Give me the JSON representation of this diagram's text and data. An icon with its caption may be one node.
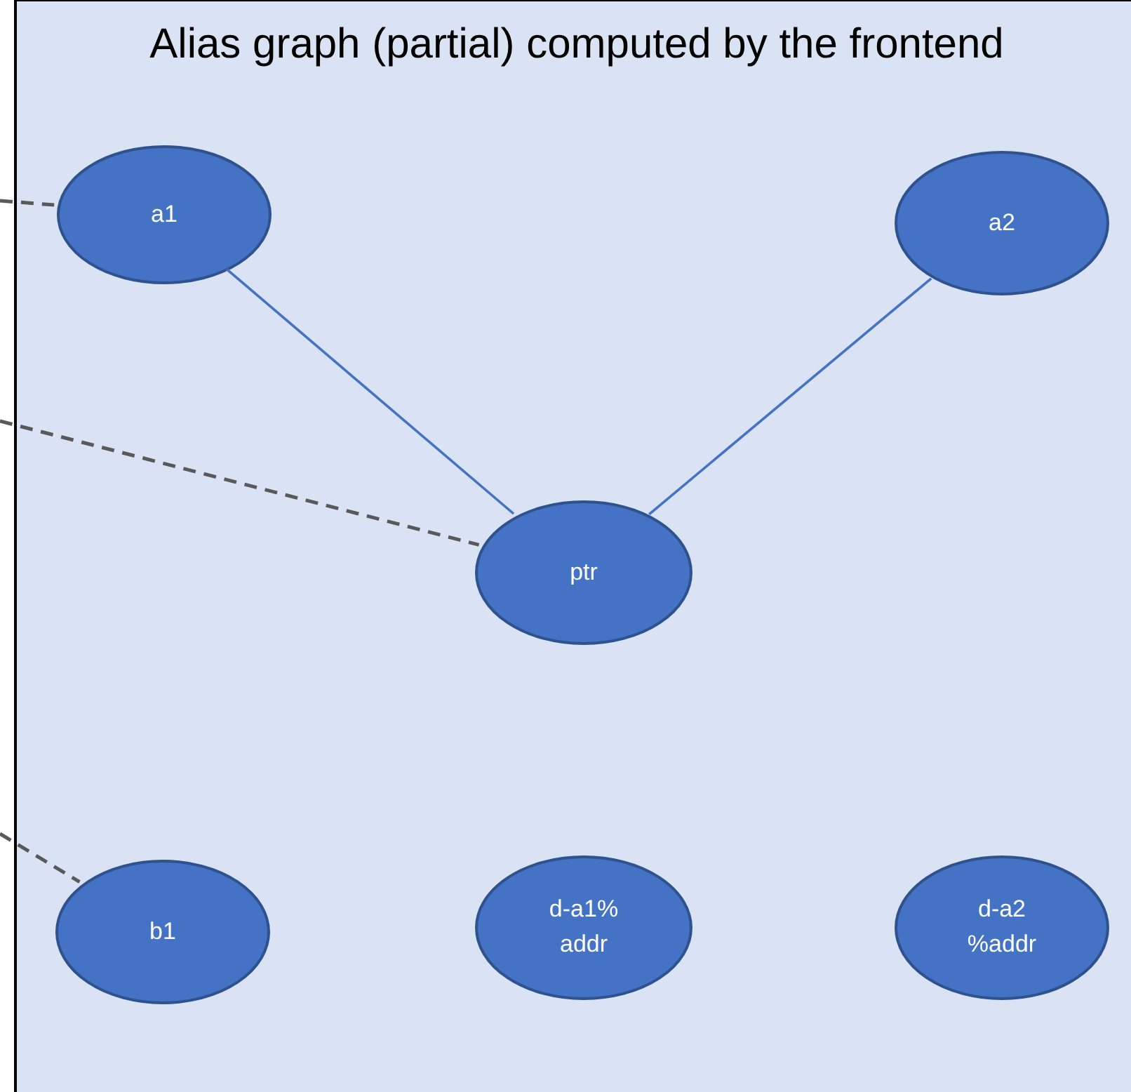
{
  "diagram": {
    "nodes": [
      {
        "text": [
          "Alias graph (partial) computed by the frontend"
        ]
      },
      {
        "text": [
          "a1"
        ],
        "in": 0
      },
      {
        "text": [
          "a2"
        ],
        "in": 0
      },
      {
        "text": [
          "ptr"
        ],
        "in": 0
      },
      {
        "text": [
          "b1"
        ],
        "in": 0
      },
      {
        "text": [
          "d-a1% addr"
        ],
        "in": 0
      },
      {
        "text": [
          "d-a2 %addr"
        ],
        "in": 0
      }
    ],
    "edges": [
      {
        "from": null,
        "to": 1,
        "arrow": "none",
        "style": "dashed",
        "color": "#595959"
      },
      {
        "from": 1,
        "to": 3,
        "arrow": "none",
        "color": "#4472c4"
      },
      {
        "from": 2,
        "to": 3,
        "arrow": "none",
        "color": "#4472c4"
      },
      {
        "from": null,
        "to": 3,
        "arrow": "none",
        "style": "dashed",
        "color": "#595959"
      },
      {
        "from": null,
        "to": 4,
        "arrow": "none",
        "style": "dashed",
        "color": "#595959"
      }
    ]
  }
}
